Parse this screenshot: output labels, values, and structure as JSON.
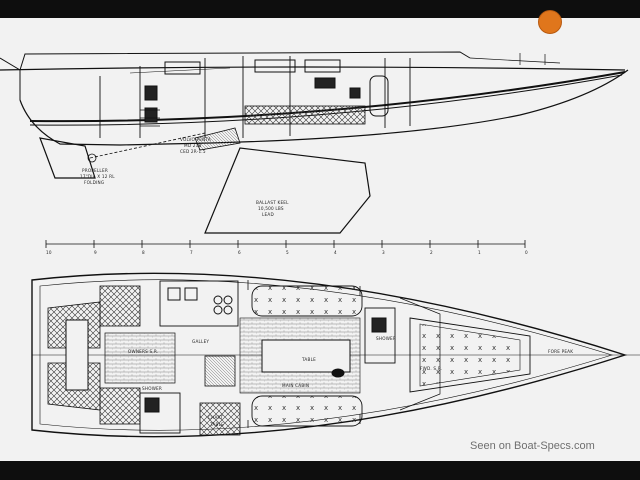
{
  "drawing": {
    "profile_labels": {
      "engine": [
        "VOLVO PENTA",
        "MD 21B",
        "CED 2R-1.5"
      ],
      "propeller": [
        "PROPELLER",
        "17\"DIA X 12 RL",
        "FOLDING"
      ],
      "ballast": [
        "BALLAST KEEL",
        "10,500 LBS",
        "LEAD"
      ]
    },
    "scale_numbers": [
      "10",
      "9",
      "8",
      "7",
      "6",
      "5",
      "4",
      "3",
      "2",
      "1",
      "0"
    ],
    "plan_labels": {
      "galley": "GALLEY",
      "owners": "OWNERS S.R.",
      "table": "TABLE",
      "main_cabin": "MAIN CABIN",
      "chart_table": [
        "CHART",
        "TABLE"
      ],
      "shower_aft": "SHOWER",
      "shower_fwd": "SHOWER",
      "fwd_sr": "FWD. S.R.",
      "fore_peak": "FORE PEAK"
    }
  },
  "watermark": {
    "text": "Seen on Boat-Specs.com"
  },
  "logo": {
    "icon": "boat-specs-logo-icon",
    "color": "#e0761c"
  }
}
